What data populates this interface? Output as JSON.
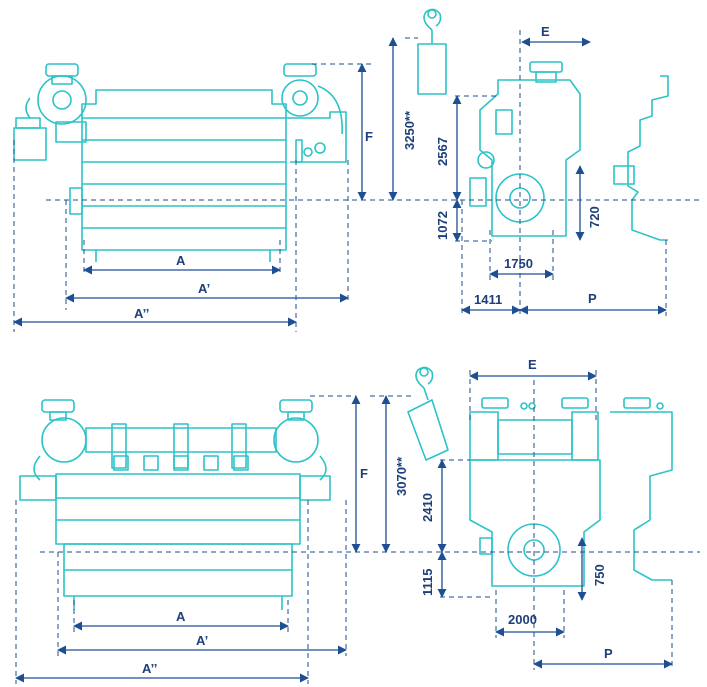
{
  "top": {
    "label_a": "A",
    "label_a1": "A’",
    "label_a2": "A’’",
    "label_f": "F",
    "label_e": "E",
    "label_p": "P",
    "dim_3250": "3250**",
    "dim_2567": "2567",
    "dim_1072": "1072",
    "dim_720": "720",
    "dim_1750": "1750",
    "dim_1411": "1411"
  },
  "bottom": {
    "label_a": "A",
    "label_a1": "A’",
    "label_a2": "A’’",
    "label_f": "F",
    "label_e": "E",
    "label_p": "P",
    "dim_3070": "3070**",
    "dim_2410": "2410",
    "dim_1115": "1115",
    "dim_750": "750",
    "dim_2000": "2000"
  },
  "colors": {
    "engine_line": "#2cc3c8",
    "dimension_line": "#1e4f93",
    "label_text": "#1e3f7a"
  }
}
